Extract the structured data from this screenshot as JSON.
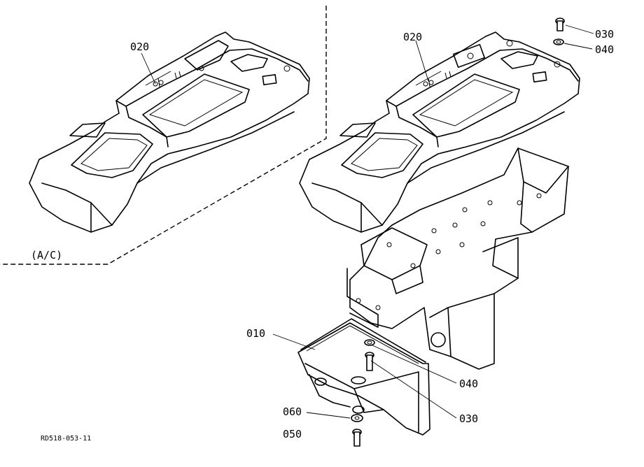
{
  "variant_label": "(A/C)",
  "drawing_code": "RD518-053-11",
  "callouts": {
    "c020_left": "020",
    "c020_right": "020",
    "c030_top": "030",
    "c040_top": "040",
    "c010": "010",
    "c040_mid": "040",
    "c030_mid": "030",
    "c060": "060",
    "c050": "050"
  }
}
